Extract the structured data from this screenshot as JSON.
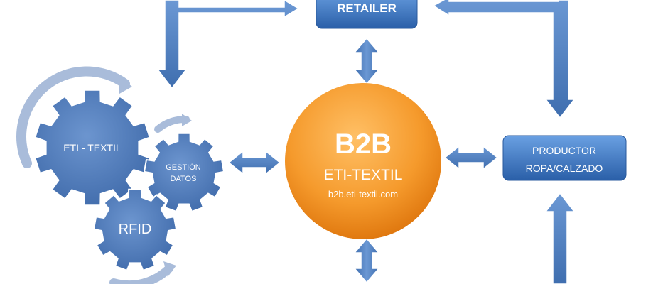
{
  "nodes": {
    "retailer": {
      "label": "RETAILER"
    },
    "productor": {
      "line1": "PRODUCTOR",
      "line2": "ROPA/CALZADO"
    },
    "hub": {
      "title": "B2B",
      "subtitle": "ETI-TEXTIL",
      "url": "b2b.eti-textil.com"
    },
    "gears": {
      "eti_textil": "ETI - TEXTIL",
      "gestion_line1": "GESTIÓN",
      "gestion_line2": "DATOS",
      "rfid": "RFID"
    }
  },
  "colors": {
    "box_top": "#5f94d8",
    "box_bottom": "#2a5fa8",
    "arrow": "#4f7fc0",
    "gear": "#4e79ba",
    "swirl": "#a9bcda",
    "hub_light": "#ffb347",
    "hub_dark": "#e57a0f"
  }
}
